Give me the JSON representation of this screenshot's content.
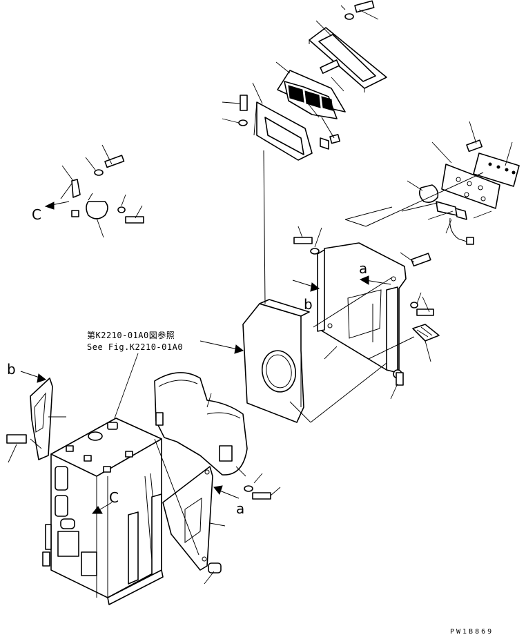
{
  "reference_note": {
    "line1": "第K2210-01A0図参照",
    "line2": "See Fig.K2210-01A0"
  },
  "view_labels": {
    "c_left": "C",
    "c_frame": "C",
    "b_top": "b",
    "b_side": "b",
    "a_top": "a",
    "a_bottom": "a"
  },
  "drawing_code": "PW1B869"
}
